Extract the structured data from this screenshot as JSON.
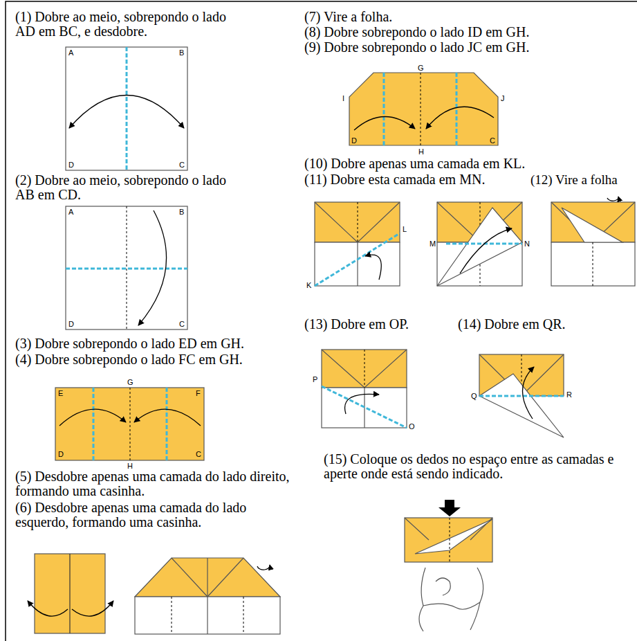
{
  "diagram": {
    "labels": [
      "(1) Dobre ao meio, sobrepondo o lado AD em BC, e desdobre.",
      "A",
      "B",
      "D",
      "C",
      "(2) Dobre ao meio, sobrepondo o lado AB em CD.",
      "A",
      "B",
      "D",
      "C",
      "(3) Dobre sobrepondo o lado ED em GH.",
      "(4) Dobre sobrepondo o lado FC em GH.",
      "G",
      "E",
      "F",
      "D",
      "H",
      "C",
      "(5) Desdobre apenas uma camada do lado direito, formando uma casinha.",
      "(6) Desdobre apenas uma camada do lado esquerdo, formando uma casinha.",
      "(7) Vire a folha.",
      "(8) Dobre sobrepondo o lado ID em GH.",
      "(9) Dobre sobrepondo o lado JC em GH.",
      "G",
      "I",
      "J",
      "D",
      "H",
      "C",
      "(10) Dobre apenas uma camada em KL.",
      "(11) Dobre esta camada em MN.",
      "(12) Vire a folha",
      "L",
      "K",
      "M",
      "N",
      "(13) Dobre em OP.",
      "(14) Dobre em QR.",
      "P",
      "O",
      "Q",
      "R",
      "(15) Coloque os dedos no espaço entre as camadas e aperte onde está sendo indicado."
    ]
  }
}
